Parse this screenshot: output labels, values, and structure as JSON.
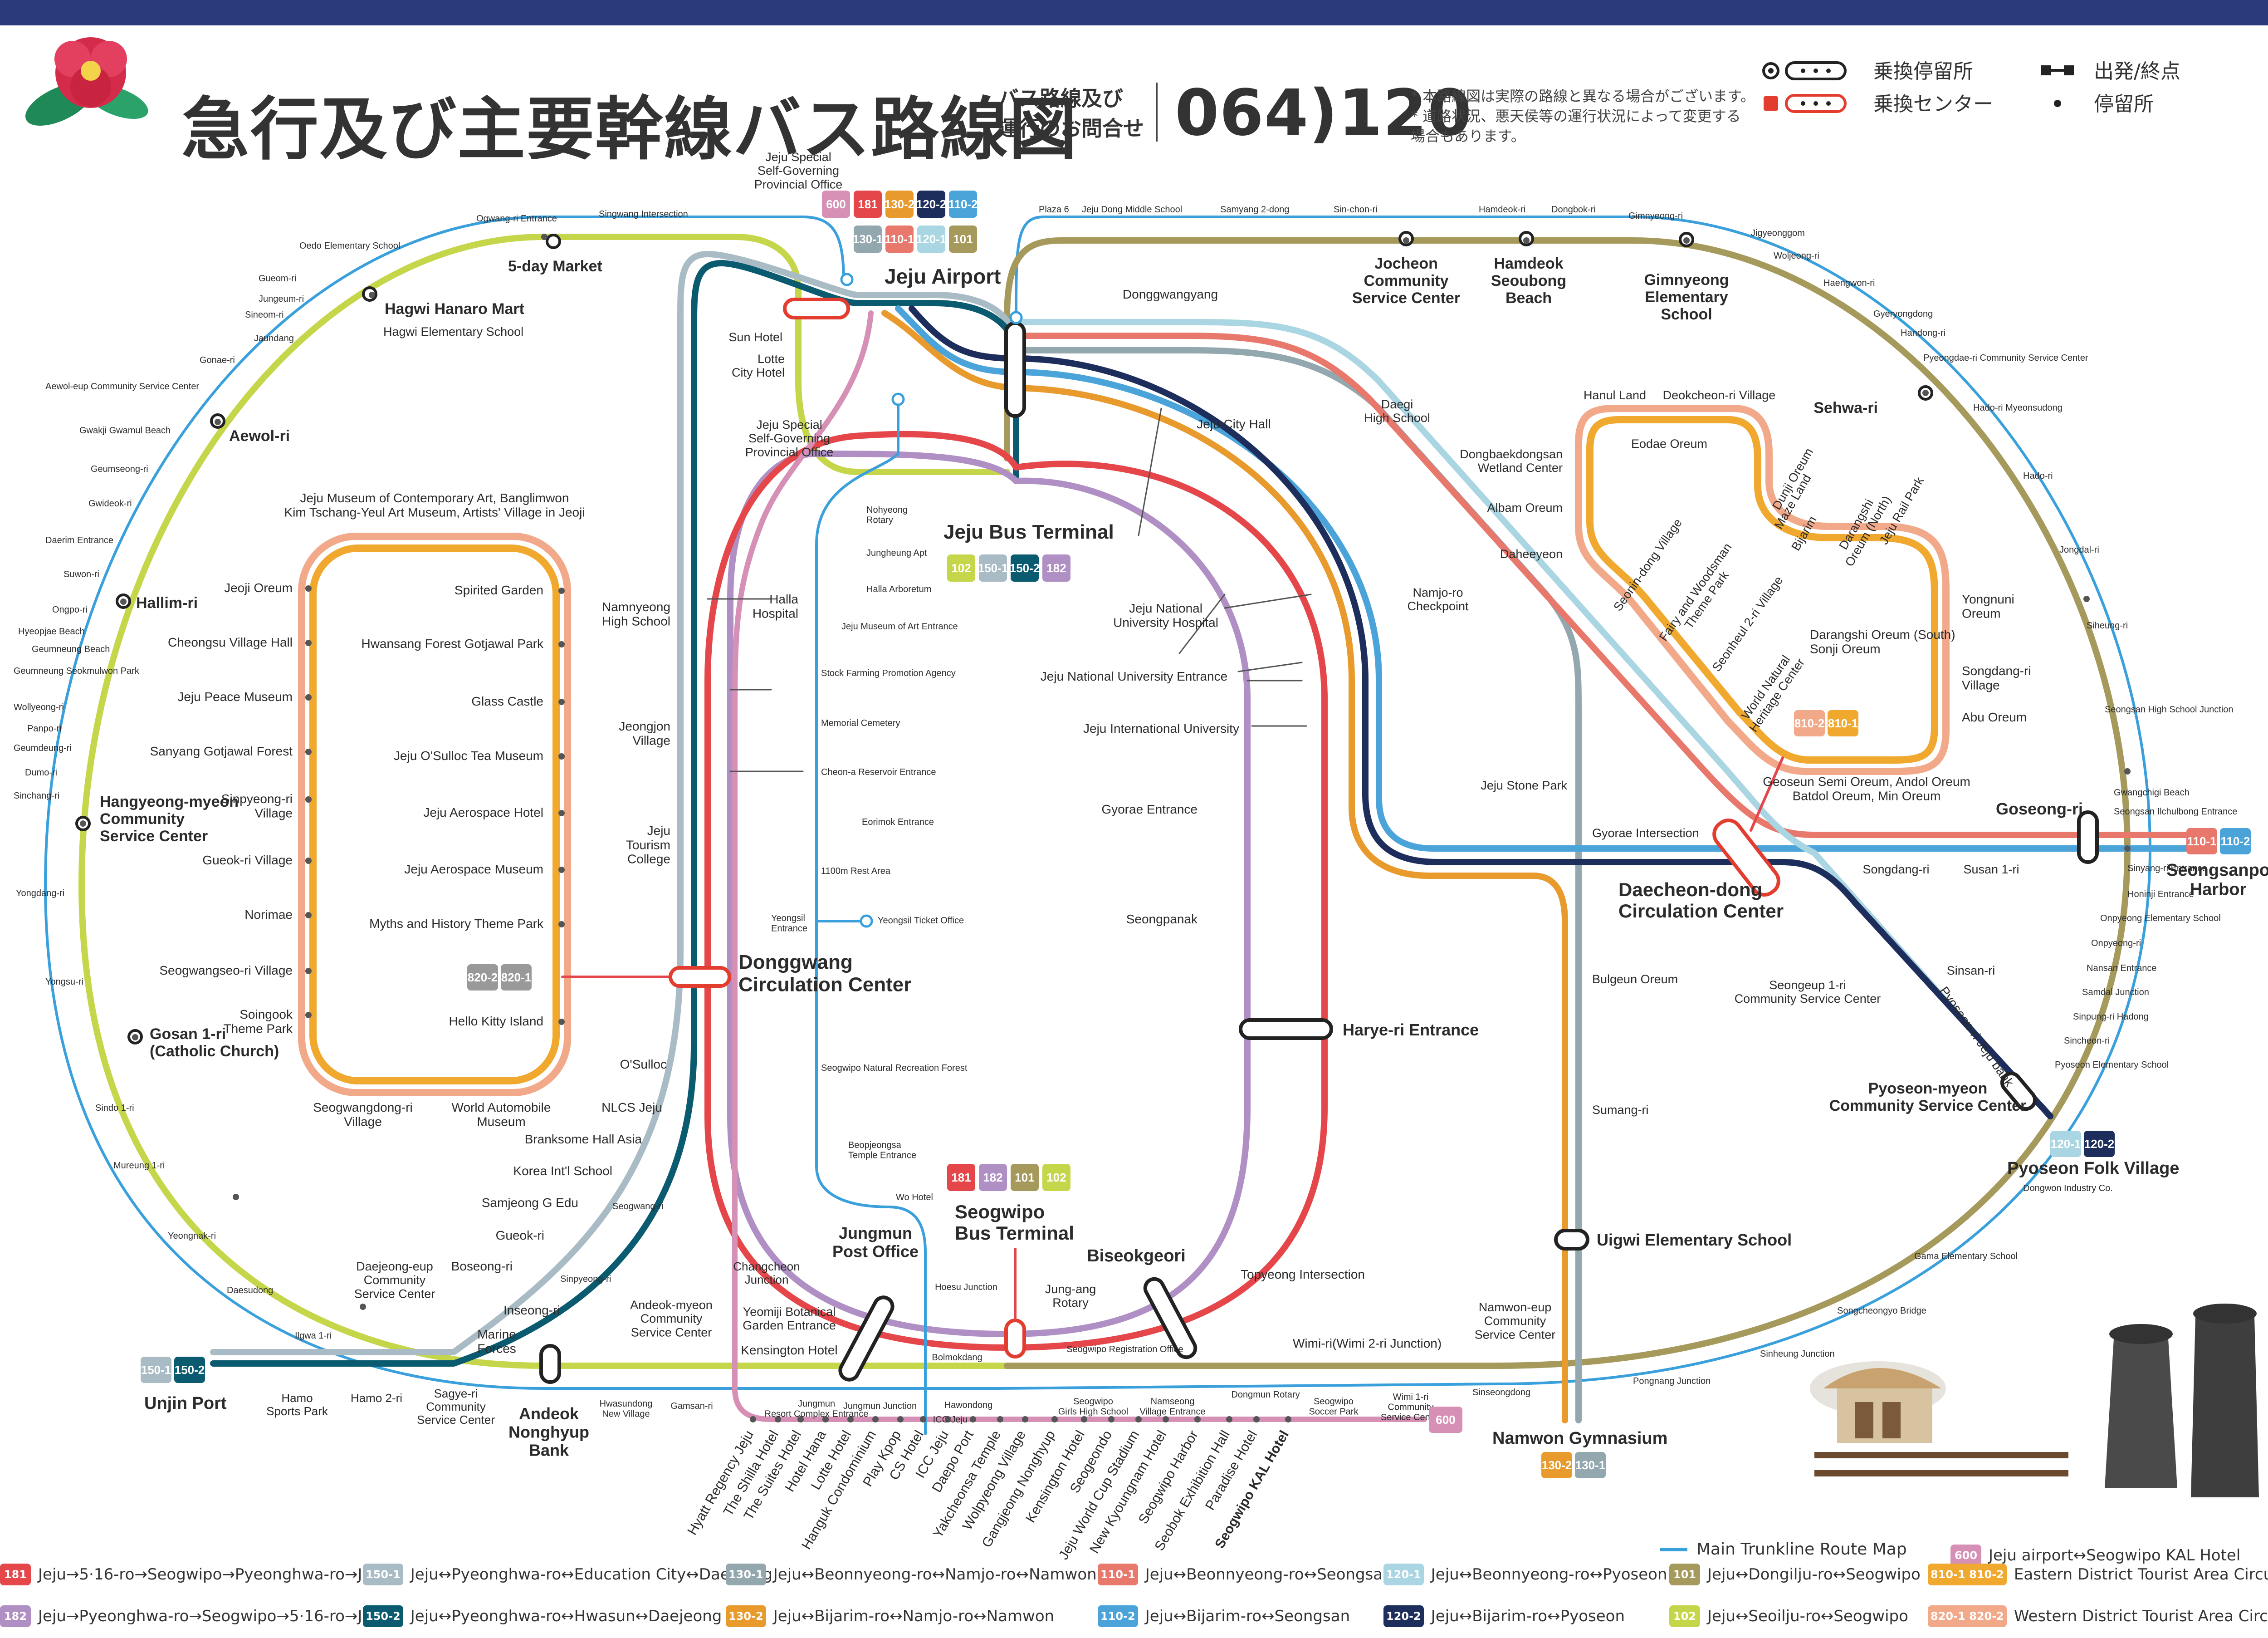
{
  "header": {
    "title": "急行及び主要幹線バス路線図",
    "inquiry": "バス路線及び\n運行のお問合せ",
    "phone": "064)120",
    "notes": "* 本路線図は実際の路線と異なる場合がございます。\n* 道路状況、悪天侯等の運行状況によって変更する\n  場合もあります。",
    "legend_transfer_stop": "乗換停留所",
    "legend_transfer_center": "乗換センター",
    "legend_terminal": "出発/終点",
    "legend_stop": "停留所"
  },
  "colors": {
    "r181": "#e4464a",
    "r182": "#b08fc4",
    "r1501": "#a9bcc6",
    "r1502": "#0a5a70",
    "r1301": "#93a7ae",
    "r1302": "#e99a2d",
    "r1101": "#e8776c",
    "r1102": "#4aa4da",
    "r1201": "#a9d6e2",
    "r1202": "#1d2d5c",
    "r101": "#a59a5b",
    "r102": "#c6d64a",
    "r600": "#d690b6",
    "r8102": "#f2a98a",
    "r8101": "#f0a92e",
    "trunk": "#3aa0dc"
  },
  "hubs": {
    "airport": "Jeju Airport",
    "bus_terminal": "Jeju Bus Terminal",
    "dongui": "Donggwang\nCirculation Center",
    "seogwipo": "Seogwipo\nBus Terminal",
    "daecheon": "Daecheon-dong\nCirculation Center",
    "harbor": "Seongsanpo\nHarbor",
    "pyoseon": "Pyoseon Folk Village",
    "unjin": "Unjin Port",
    "namwon": "Namwon Gymnasium",
    "andeok": "Andeok\nNonghyup\nBank",
    "jungmun": "Jungmun\nPost Office",
    "biseok": "Biseokgeori",
    "harye": "Harye-ri Entrance",
    "uigwi": "Uigwi Elementary School",
    "goseong": "Goseong-ri",
    "pyoseon_cc": "Pyoseon-myeon\nCommunity Service Center"
  },
  "badges": {
    "airport_row1": [
      "600",
      "181",
      "130-2",
      "120-2",
      "110-2"
    ],
    "airport_row2": [
      "130-1",
      "110-1",
      "120-1",
      "101"
    ],
    "terminal": [
      "102",
      "150-1",
      "150-2",
      "182"
    ],
    "seogwipo": [
      "181",
      "182",
      "101",
      "102"
    ],
    "harbor": [
      "110-1",
      "110-2"
    ],
    "pyoseon": [
      "120-1",
      "120-2"
    ],
    "unjin": [
      "150-1",
      "150-2"
    ],
    "namwon": [
      "130-2",
      "130-1"
    ],
    "west_loop": [
      "820-2",
      "820-1"
    ],
    "east_loop": [
      "810-2",
      "810-1"
    ],
    "kal": "600"
  },
  "stops_bold": [
    {
      "id": "5day",
      "label": "5-day Market"
    },
    {
      "id": "hagwi",
      "label": "Hagwi Hanaro Mart"
    },
    {
      "id": "aewol",
      "label": "Aewol-ri"
    },
    {
      "id": "hallim",
      "label": "Hallim-ri"
    },
    {
      "id": "hangyeong",
      "label": "Hangyeong-myeon\nCommunity\nService Center"
    },
    {
      "id": "gosan",
      "label": "Gosan 1-ri\n(Catholic Church)"
    },
    {
      "id": "jocheon",
      "label": "Jocheon\nCommunity\nService Center"
    },
    {
      "id": "hamdeok",
      "label": "Hamdeok\nSeoubong\nBeach"
    },
    {
      "id": "gimnyeong",
      "label": "Gimnyeong\nElementary\nSchool"
    },
    {
      "id": "sehwa",
      "label": "Sehwa-ri"
    }
  ],
  "stops_small": [
    {
      "id": "s1",
      "label": "Ogwang-ri Entrance"
    },
    {
      "id": "s2",
      "label": "Singwang Intersection"
    },
    {
      "id": "s3",
      "label": "Oedo Elementary School"
    },
    {
      "id": "s4",
      "label": "Gueom-ri"
    },
    {
      "id": "s5",
      "label": "Jungeum-ri"
    },
    {
      "id": "s6",
      "label": "Sineom-ri"
    },
    {
      "id": "s7",
      "label": "Jaundang"
    },
    {
      "id": "s8",
      "label": "Gonae-ri"
    },
    {
      "id": "s9",
      "label": "Aewol-eup Community Service Center"
    },
    {
      "id": "s10",
      "label": "Gwakji Gwamul Beach"
    },
    {
      "id": "s11",
      "label": "Geumseong-ri"
    },
    {
      "id": "s12",
      "label": "Gwideok-ri"
    },
    {
      "id": "s13",
      "label": "Daerim Entrance"
    },
    {
      "id": "s14",
      "label": "Suwon-ri"
    },
    {
      "id": "s15",
      "label": "Ongpo-ri"
    },
    {
      "id": "s16",
      "label": "Hyeopjae Beach"
    },
    {
      "id": "s17",
      "label": "Geumneung Beach"
    },
    {
      "id": "s18",
      "label": "Geumneung Seokmulwon Park"
    },
    {
      "id": "s19",
      "label": "Wollyeong-ri"
    },
    {
      "id": "s20",
      "label": "Panpo-ri"
    },
    {
      "id": "s21",
      "label": "Geumdeung-ri"
    },
    {
      "id": "s22",
      "label": "Dumo-ri"
    },
    {
      "id": "s23",
      "label": "Sinchang-ri"
    },
    {
      "id": "s24",
      "label": "Yongsu-ri"
    },
    {
      "id": "s25",
      "label": "Yongdang-ri"
    },
    {
      "id": "s26",
      "label": "Sindo 1-ri"
    },
    {
      "id": "s27",
      "label": "Mureung 1-ri"
    },
    {
      "id": "s28",
      "label": "Yeongnak-ri"
    },
    {
      "id": "s29",
      "label": "Daesudong"
    },
    {
      "id": "s30",
      "label": "Ilgwa 1-ri"
    },
    {
      "id": "s31",
      "label": "Plaza 6"
    },
    {
      "id": "s32",
      "label": "Jeju Dong Middle School"
    },
    {
      "id": "s33",
      "label": "Samyang 2-dong"
    },
    {
      "id": "s34",
      "label": "Sin-chon-ri"
    },
    {
      "id": "s35",
      "label": "Hamdeok-ri"
    },
    {
      "id": "s36",
      "label": "Dongbok-ri"
    },
    {
      "id": "s37",
      "label": "Gimnyeong-ri"
    },
    {
      "id": "s38",
      "label": "Jigyeonggom"
    },
    {
      "id": "s39",
      "label": "Woljeong-ri"
    },
    {
      "id": "s40",
      "label": "Haengwon-ri"
    },
    {
      "id": "s41",
      "label": "Gyeryongdong"
    },
    {
      "id": "s42",
      "label": "Handong-ri"
    },
    {
      "id": "s43",
      "label": "Pyeongdae-ri Community Service Center"
    },
    {
      "id": "s44",
      "label": "Hado-ri Myeonsudong"
    },
    {
      "id": "s45",
      "label": "Hado-ri"
    },
    {
      "id": "s46",
      "label": "Jongdal-ri"
    },
    {
      "id": "s47",
      "label": "Siheung-ri"
    },
    {
      "id": "s48",
      "label": "Seongsan High School Junction"
    },
    {
      "id": "s49",
      "label": "Gwangchigi Beach"
    },
    {
      "id": "s50",
      "label": "Seongsan Ilchulbong Entrance"
    },
    {
      "id": "s51",
      "label": "Sinyang-ri Entrance"
    },
    {
      "id": "s52",
      "label": "Honinji Entrance"
    },
    {
      "id": "s53",
      "label": "Onpyeong Elementary School"
    },
    {
      "id": "s54",
      "label": "Onpyeong-ri"
    },
    {
      "id": "s55",
      "label": "Nansan Entrance"
    },
    {
      "id": "s56",
      "label": "Samdal Junction"
    },
    {
      "id": "s57",
      "label": "Sinpung-ri Hadong"
    },
    {
      "id": "s58",
      "label": "Sincheon-ri"
    },
    {
      "id": "s59",
      "label": "Pyoseon Elementary School"
    },
    {
      "id": "s60",
      "label": "Dongwon Industry Co."
    },
    {
      "id": "s61",
      "label": "Gama Elementary School"
    },
    {
      "id": "s62",
      "label": "Songcheongyo Bridge"
    },
    {
      "id": "s63",
      "label": "Sinheung Junction"
    },
    {
      "id": "s64",
      "label": "Pongnang Junction"
    }
  ],
  "labels_mid": [
    {
      "id": "m1",
      "label": "Jeju Special\nSelf-Governing\nProvincial Office"
    },
    {
      "id": "m2",
      "label": "Sun Hotel"
    },
    {
      "id": "m3",
      "label": "Lotte\nCity Hotel"
    },
    {
      "id": "m4",
      "label": "Jeju Special\nSelf-Governing\nProvincial Office"
    },
    {
      "id": "m5",
      "label": "Donggwangyang"
    },
    {
      "id": "m6",
      "label": "Jeju City Hall"
    },
    {
      "id": "m7",
      "label": "Daegi\nHigh School"
    },
    {
      "id": "m8",
      "label": "Namnyeong\nHigh School"
    },
    {
      "id": "m9",
      "label": "Halla\nHospital"
    },
    {
      "id": "m10",
      "label": "Jeongjon\nVillage"
    },
    {
      "id": "m11",
      "label": "Jeju\nTourism\nCollege"
    },
    {
      "id": "m12",
      "label": "Jeju National\nUniversity Hospital"
    },
    {
      "id": "m13",
      "label": "Jeju National University Entrance"
    },
    {
      "id": "m14",
      "label": "Jeju International University"
    },
    {
      "id": "m15",
      "label": "Gyorae Entrance"
    },
    {
      "id": "m16",
      "label": "Seongpanak"
    },
    {
      "id": "m17",
      "label": "O'Sulloc"
    },
    {
      "id": "m18",
      "label": "NLCS Jeju"
    },
    {
      "id": "m19",
      "label": "Branksome Hall Asia"
    },
    {
      "id": "m20",
      "label": "Korea Int'l School"
    },
    {
      "id": "m21",
      "label": "Samjeong G Edu"
    },
    {
      "id": "m22",
      "label": "Gueok-ri"
    },
    {
      "id": "m23",
      "label": "Boseong-ri"
    },
    {
      "id": "m24",
      "label": "Inseong-ri"
    },
    {
      "id": "m25",
      "label": "Marine\nForces"
    },
    {
      "id": "m26",
      "label": "Daejeong-eup\nCommunity\nService Center"
    },
    {
      "id": "m27",
      "label": "Hamo\nSports Park"
    },
    {
      "id": "m28",
      "label": "Hamo 2-ri"
    },
    {
      "id": "m29",
      "label": "Sagye-ri\nCommunity\nService Center"
    },
    {
      "id": "m30",
      "label": "Andeok-myeon\nCommunity\nService Center"
    },
    {
      "id": "m31",
      "label": "Changcheon\nJunction"
    },
    {
      "id": "m32",
      "label": "Yeomiji Botanical\nGarden Entrance"
    },
    {
      "id": "m33",
      "label": "Kensington Hotel"
    },
    {
      "id": "m34",
      "label": "Jung-ang\nRotary"
    },
    {
      "id": "m35",
      "label": "Topyeong Intersection"
    },
    {
      "id": "m36",
      "label": "Wimi-ri(Wimi 2-ri  Junction)"
    },
    {
      "id": "m37",
      "label": "Namwon-eup\nCommunity\nService Center"
    },
    {
      "id": "m38",
      "label": "Sumang-ri"
    },
    {
      "id": "m39",
      "label": "Bulgeun Oreum"
    },
    {
      "id": "m40",
      "label": "Gyorae Intersection"
    },
    {
      "id": "m41",
      "label": "Jeju Stone Park"
    },
    {
      "id": "m42",
      "label": "Namjo-ro\nCheckpoint"
    },
    {
      "id": "m43",
      "label": "Songdang-ri"
    },
    {
      "id": "m44",
      "label": "Susan 1-ri"
    },
    {
      "id": "m45",
      "label": "Sinsan-ri"
    },
    {
      "id": "m46",
      "label": "Seongeup 1-ri\nCommunity Service Center"
    },
    {
      "id": "m47",
      "label": "Hagwi Elementary School"
    },
    {
      "id": "m48",
      "label": "Sinpyeong-ri"
    },
    {
      "id": "m49",
      "label": "Seogwang-ri"
    },
    {
      "id": "m50",
      "label": "Gamsan-ri"
    },
    {
      "id": "m51",
      "label": "Hwasundong\nNew Village"
    },
    {
      "id": "m52",
      "label": "Jungmun\nResort Complex Entrance"
    },
    {
      "id": "m53",
      "label": "Jungmun Junction"
    },
    {
      "id": "m54",
      "label": "Hoesu Junction"
    },
    {
      "id": "m55",
      "label": "Bolmokdang"
    },
    {
      "id": "m56",
      "label": "Hawondong"
    },
    {
      "id": "m57",
      "label": "ICC Jeju"
    },
    {
      "id": "m58",
      "label": "Seogwipo\nGirls High School"
    },
    {
      "id": "m59",
      "label": "Namseong\nVillage Entrance"
    },
    {
      "id": "m60",
      "label": "Seogwipo Registration Office"
    },
    {
      "id": "m61",
      "label": "Dongmun Rotary"
    },
    {
      "id": "m62",
      "label": "Seogwipo\nSoccer Park"
    },
    {
      "id": "m63",
      "label": "Wimi 1-ri\nCommunity\nService Center"
    },
    {
      "id": "m64",
      "label": "Sinseongdong"
    },
    {
      "id": "m65",
      "label": "Pyoseon-ri Jeju bank"
    }
  ],
  "trunk_stops": [
    {
      "id": "t1",
      "label": "Nohyeong\nRotary"
    },
    {
      "id": "t2",
      "label": "Jungheung Apt"
    },
    {
      "id": "t3",
      "label": "Halla Arboretum"
    },
    {
      "id": "t4",
      "label": "Jeju Museum of Art Entrance"
    },
    {
      "id": "t5",
      "label": "Stock Farming Promotion Agency"
    },
    {
      "id": "t6",
      "label": "Memorial Cemetery"
    },
    {
      "id": "t7",
      "label": "Cheon-a Reservoir Entrance"
    },
    {
      "id": "t8",
      "label": "Eorimok Entrance"
    },
    {
      "id": "t9",
      "label": "1100m Rest Area"
    },
    {
      "id": "t10",
      "label": "Yeongsil\nEntrance"
    },
    {
      "id": "t11",
      "label": "Yeongsil Ticket Office"
    },
    {
      "id": "t12",
      "label": "Seogwipo Natural Recreation Forest"
    },
    {
      "id": "t13",
      "label": "Beopjeongsa\nTemple Entrance"
    },
    {
      "id": "t14",
      "label": "Wo Hotel"
    }
  ],
  "west_loop": {
    "top": "Jeju Museum of Contemporary Art, Banglimwon\nKim Tschang-Yeul Art Museum, Artists' Village in Jeoji",
    "left": [
      "Jeoji Oreum",
      "Cheongsu Village Hall",
      "Jeju Peace Museum",
      "Sanyang Gotjawal Forest",
      "Sinpyeong-ri\nVillage",
      "Gueok-ri Village",
      "Norimae",
      "Seogwangseo-ri Village",
      "Soingook\nTheme Park"
    ],
    "right": [
      "Spirited Garden",
      "Hwansang Forest Gotjawal Park",
      "Glass Castle",
      "Jeju O'Sulloc Tea Museum",
      "Jeju Aerospace Hotel",
      "Jeju Aerospace Museum",
      "Myths and History Theme Park",
      "Hello Kitty Island"
    ],
    "bottom": [
      "Seogwangdong-ri\nVillage",
      "World Automobile\nMuseum"
    ]
  },
  "east_loop": {
    "labels": [
      "Hanul Land",
      "Deokcheon-ri Village",
      "Eodae Oreum",
      "Dongbaekdongsan\nWetland Center",
      "Albam Oreum",
      "Daheeyeon",
      "Dunji Oreum",
      "Maze Land",
      "Bijarim",
      "Darangshi\nOreum (North)",
      "Jeju Rail Park",
      "Yongnuni\nOreum",
      "Darangshi Oreum (South)\nSonji Oreum",
      "Songdang-ri\nVillage",
      "Abu Oreum",
      "Seonin-dong Village",
      "Fairy and Woodsman\nTheme Park",
      "Seonheul 2-ri Village",
      "World Natural\nHeritage Center",
      "Geoseun Semi Oreum, Andol Oreum\nBatdol Oreum, Min Oreum"
    ]
  },
  "south_stops": [
    "Hyatt Regency Jeju",
    "The Shilla Hotel",
    "The Suites Hotel",
    "Hotel Hana",
    "Lotte Hotel",
    "Hanguk Condominium",
    "Play Kpop",
    "CS Hotel",
    "ICC Jeju",
    "Daepo Port",
    "Yakcheonsa Temple",
    "Wolpyeong Village",
    "Gangjeong Nonghyup",
    "Kensington Hotel",
    "Seogeondo",
    "Jeju World Cup Stadium",
    "New Kyoungnam Hotel",
    "Seogwipo Harbor",
    "Seobok Exhibition Hall",
    "Paradise Hotel",
    "Seogwipo KAL Hotel"
  ],
  "legend": {
    "main_trunk": "Main Trunkline Route Map",
    "items": [
      {
        "badge": "181",
        "color": "#e4464a",
        "text": "Jeju→5·16-ro→Seogwipo→Pyeonghwa-ro→Jeju"
      },
      {
        "badge": "182",
        "color": "#b08fc4",
        "text": "Jeju→Pyeonghwa-ro→Seogwipo→5·16-ro→Jeju"
      },
      {
        "badge": "150-1",
        "color": "#a9bcc6",
        "text": "Jeju↔Pyeonghwa-ro↔Education City↔Daejeong"
      },
      {
        "badge": "150-2",
        "color": "#0a5a70",
        "text": "Jeju↔Pyeonghwa-ro↔Hwasun↔Daejeong"
      },
      {
        "badge": "130-1",
        "color": "#93a7ae",
        "text": "Jeju↔Beonnyeong-ro↔Namjo-ro↔Namwon"
      },
      {
        "badge": "130-2",
        "color": "#e99a2d",
        "text": "Jeju↔Bijarim-ro↔Namjo-ro↔Namwon"
      },
      {
        "badge": "110-1",
        "color": "#e8776c",
        "text": "Jeju↔Beonnyeong-ro↔Seongsan"
      },
      {
        "badge": "110-2",
        "color": "#4aa4da",
        "text": "Jeju↔Bijarim-ro↔Seongsan"
      },
      {
        "badge": "120-1",
        "color": "#a9d6e2",
        "text": "Jeju↔Beonnyeong-ro↔Pyoseon"
      },
      {
        "badge": "120-2",
        "color": "#1d2d5c",
        "text": "Jeju↔Bijarim-ro↔Pyoseon"
      },
      {
        "badge": "101",
        "color": "#a59a5b",
        "text": "Jeju↔Dongilju-ro↔Seogwipo"
      },
      {
        "badge": "102",
        "color": "#c6d64a",
        "text": "Jeju↔Seoilju-ro↔Seogwipo"
      },
      {
        "badge": "600",
        "color": "#d690b6",
        "text": "Jeju airport↔Seogwipo KAL Hotel"
      },
      {
        "badge": "810-1 810-2",
        "color": "#f0a92e",
        "text": "Eastern District Tourist Area Circulation Bus"
      },
      {
        "badge": "820-1 820-2",
        "color": "#f2a98a",
        "text": "Western District Tourist Area Circulation Bus"
      }
    ]
  }
}
